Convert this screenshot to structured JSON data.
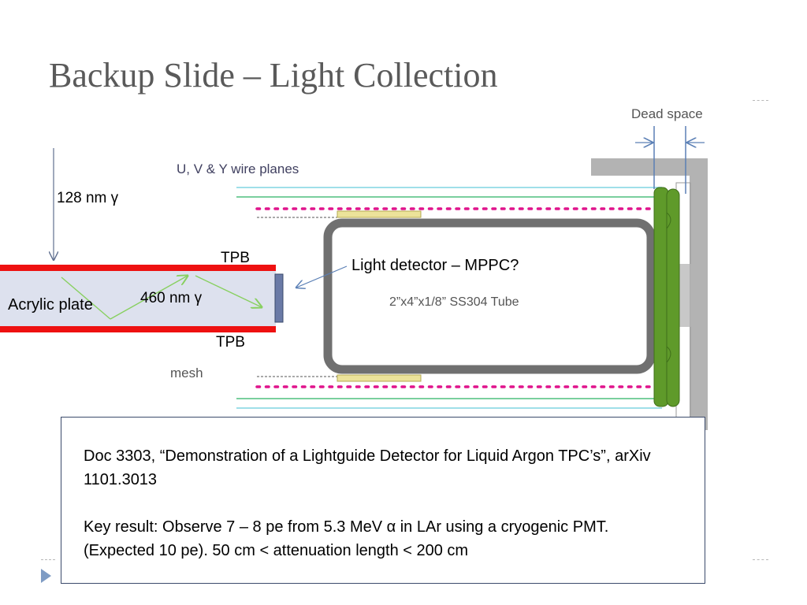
{
  "slide": {
    "title": "Backup Slide – Light Collection"
  },
  "diagram": {
    "dead_space": "Dead space",
    "wire_planes": "U, V & Y wire planes",
    "incident_photon": "128 nm γ",
    "tpb_top": "TPB",
    "tpb_bottom": "TPB",
    "acrylic_plate": "Acrylic plate",
    "shifted_photon": "460 nm γ",
    "light_detector": "Light detector – MPPC?",
    "tube": "2”x4”x1/8” SS304 Tube",
    "mesh": "mesh"
  },
  "callout": {
    "reference": "Doc 3303, “Demonstration of a Lightguide Detector for Liquid Argon TPC’s”, arXiv 1101.3013",
    "key_result": "Key result: Observe 7 – 8 pe from 5.3 MeV α in LAr using a cryogenic PMT. (Expected 10 pe). 50 cm < attenuation length < 200 cm"
  },
  "colors": {
    "tpb_red": "#ee1111",
    "acrylic": "#dde1ee",
    "wire_dots": "#e0148c",
    "green_rods": "#5f9a2a",
    "tube_gray": "#707070",
    "arrow_green": "#88d060",
    "arrow_blue": "#5a7fb5"
  }
}
